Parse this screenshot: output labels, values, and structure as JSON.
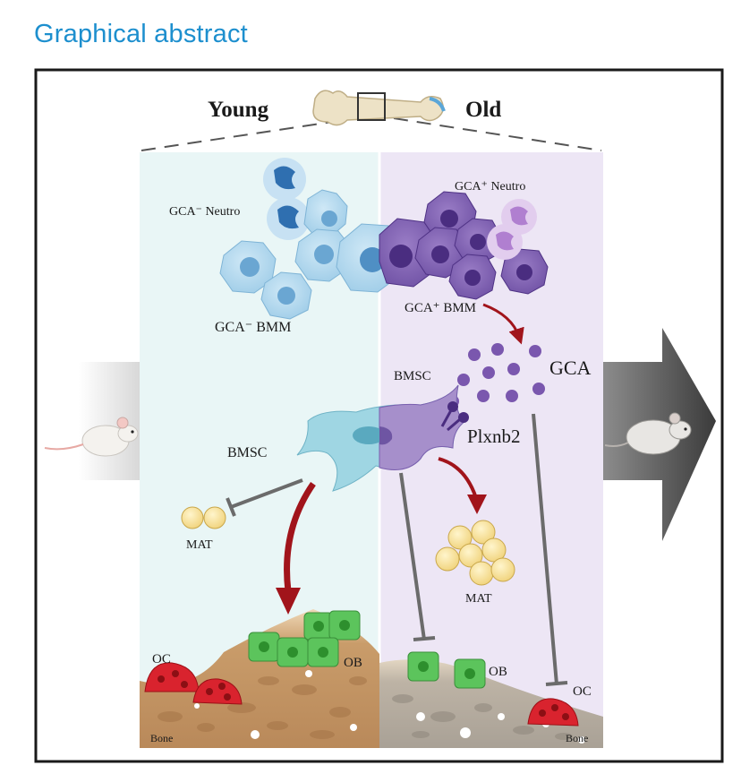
{
  "header": {
    "title": "Graphical abstract"
  },
  "diagram": {
    "left_label": "Young",
    "right_label": "Old",
    "young": {
      "neutro_label": "GCA⁻ Neutro",
      "bmm_label": "GCA⁻ BMM",
      "bmsc_label": "BMSC",
      "mat_label": "MAT",
      "oc_label": "OC",
      "ob_label": "OB",
      "bone_label": "Bone"
    },
    "old": {
      "neutro_label": "GCA⁺ Neutro",
      "bmm_label": "GCA⁺ BMM",
      "bmsc_label": "BMSC",
      "gca_label": "GCA",
      "receptor_label": "Plxnb2",
      "mat_label": "MAT",
      "ob_label": "OB",
      "oc_label": "OC",
      "bone_label": "Bone"
    },
    "colors": {
      "young_bg": "#e9f6f6",
      "old_bg": "#ede6f5",
      "young_cell": "#a7d3ec",
      "old_cell": "#8b6cb8",
      "gca": "#7a57ae",
      "arrow_red": "#a1141b",
      "inhibit": "#6b6b6b",
      "osteoblast": "#5cc45c",
      "osteoclast": "#d9232e",
      "fat": "#f3dc8a"
    }
  }
}
